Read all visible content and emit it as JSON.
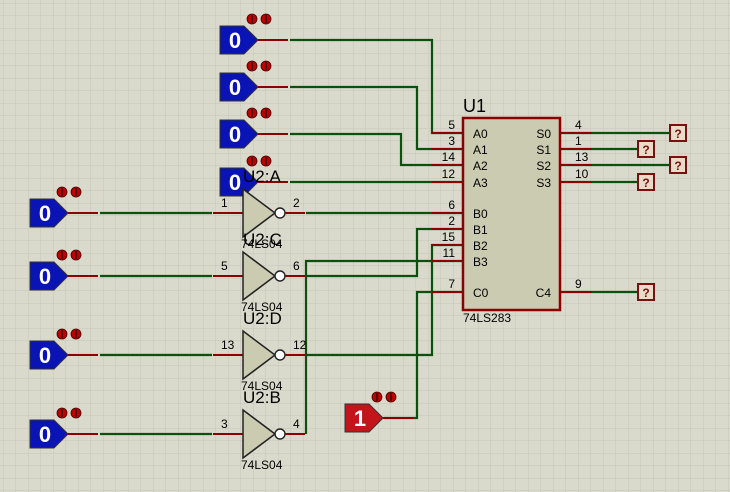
{
  "colors": {
    "background": "#d9d9cc",
    "grid": "#c8c8b8",
    "wire": "#0d4f0d",
    "pin": "#8b0000",
    "chip_fill": "#cbcbb2",
    "chip_border": "#8b0000",
    "logic_state_fill": "#0a13b4",
    "logic_state_high_fill": "#c3141c",
    "probe_fill": "#e8dcc8"
  },
  "adder": {
    "ref": "U1",
    "part": "74LS283",
    "left_pins": [
      {
        "num": "5",
        "label": "A0"
      },
      {
        "num": "3",
        "label": "A1"
      },
      {
        "num": "14",
        "label": "A2"
      },
      {
        "num": "12",
        "label": "A3"
      },
      {
        "num": "6",
        "label": "B0"
      },
      {
        "num": "2",
        "label": "B1"
      },
      {
        "num": "15",
        "label": "B2"
      },
      {
        "num": "11",
        "label": "B3"
      },
      {
        "num": "7",
        "label": "C0"
      }
    ],
    "right_pins": [
      {
        "num": "4",
        "label": "S0"
      },
      {
        "num": "1",
        "label": "S1"
      },
      {
        "num": "13",
        "label": "S2"
      },
      {
        "num": "10",
        "label": "S3"
      },
      {
        "num": "9",
        "label": "C4"
      }
    ]
  },
  "inverters": [
    {
      "ref": "U2:A",
      "part": "74LS04",
      "in_pin": "1",
      "out_pin": "2"
    },
    {
      "ref": "U2:C",
      "part": "74LS04",
      "in_pin": "5",
      "out_pin": "6"
    },
    {
      "ref": "U2:D",
      "part": "74LS04",
      "in_pin": "13",
      "out_pin": "12"
    },
    {
      "ref": "U2:B",
      "part": "74LS04",
      "in_pin": "3",
      "out_pin": "4"
    }
  ],
  "logic_states_a": [
    "0",
    "0",
    "0",
    "0"
  ],
  "logic_states_b": [
    "0",
    "0",
    "0",
    "0"
  ],
  "carry_state": "1",
  "probes": [
    "?",
    "?",
    "?",
    "?",
    "?"
  ]
}
